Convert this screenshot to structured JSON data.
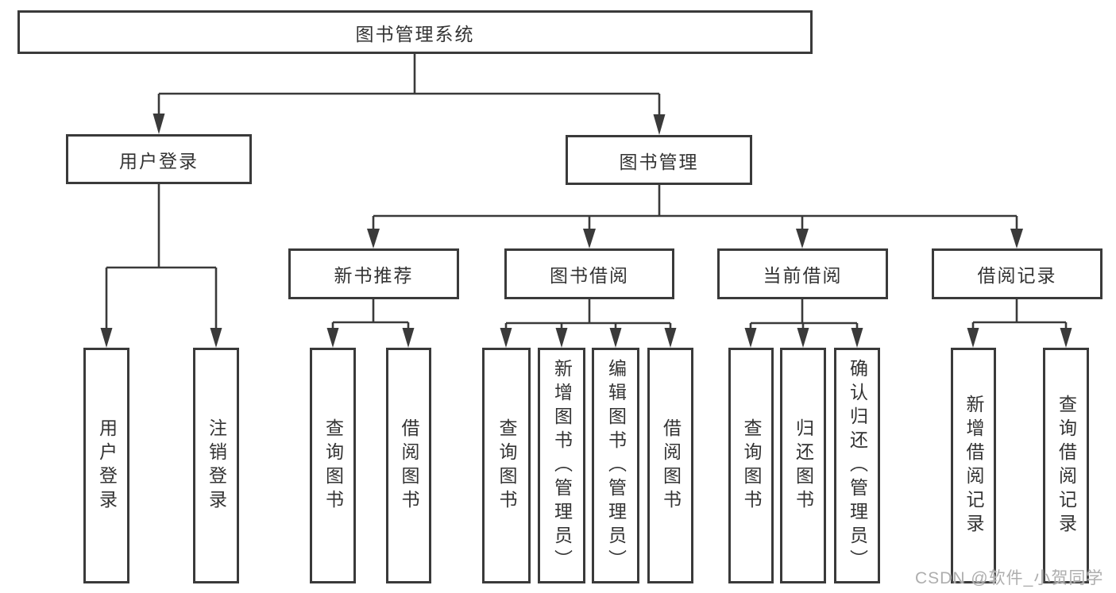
{
  "tree": {
    "label": "图书管理系统",
    "children": [
      {
        "label": "用户登录",
        "children": [
          {
            "label": "用户登录"
          },
          {
            "label": "注销登录"
          }
        ]
      },
      {
        "label": "图书管理",
        "children": [
          {
            "label": "新书推荐",
            "children": [
              {
                "label": "查询图书"
              },
              {
                "label": "借阅图书"
              }
            ]
          },
          {
            "label": "图书借阅",
            "children": [
              {
                "label": "查询图书"
              },
              {
                "label": "新增图书（管理员）"
              },
              {
                "label": "编辑图书（管理员）"
              },
              {
                "label": "借阅图书"
              }
            ]
          },
          {
            "label": "当前借阅",
            "children": [
              {
                "label": "查询图书"
              },
              {
                "label": "归还图书"
              },
              {
                "label": "确认归还（管理员）"
              }
            ]
          },
          {
            "label": "借阅记录",
            "children": [
              {
                "label": "新增借阅记录"
              },
              {
                "label": "查询借阅记录"
              }
            ]
          }
        ]
      }
    ]
  },
  "colors": {
    "line": "#3a3a3a",
    "text": "#333333",
    "watermark": "#aeaeae"
  },
  "watermark": {
    "text": "CSDN @软件_小贺同学"
  }
}
